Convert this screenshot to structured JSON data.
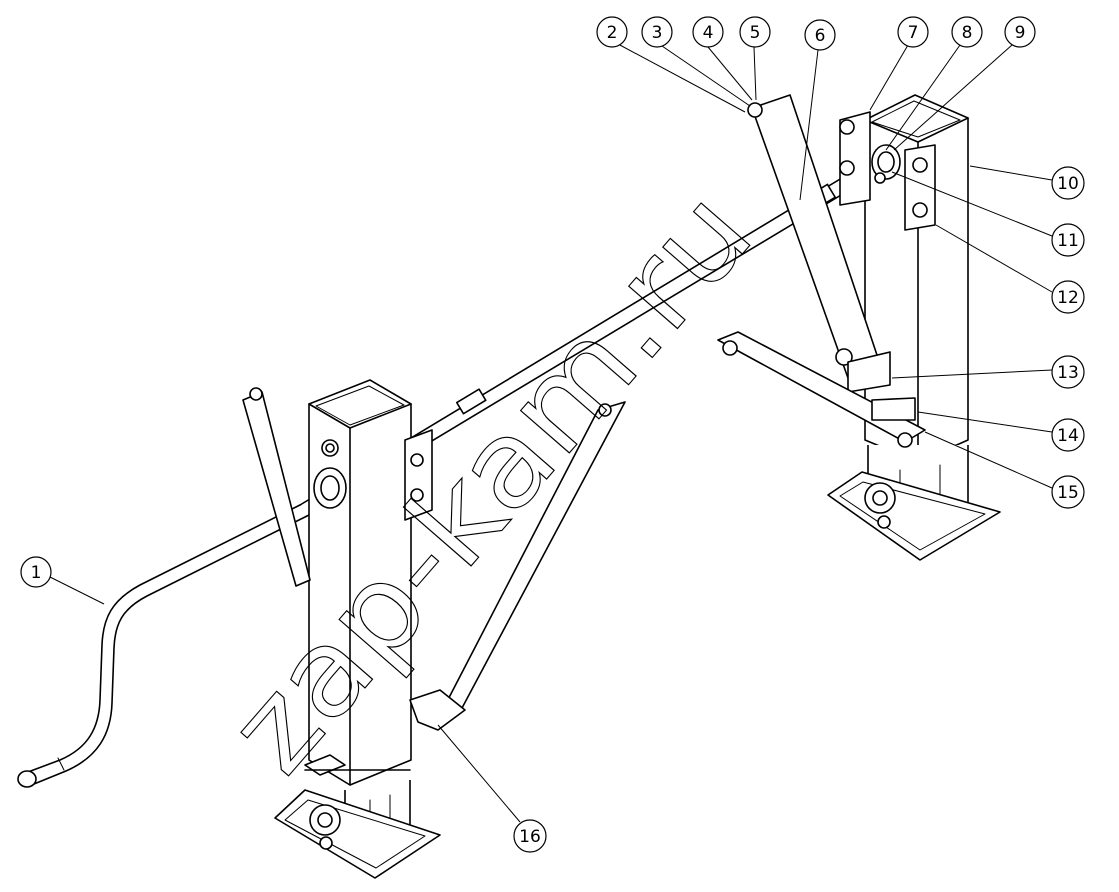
{
  "watermark": "zap-kam.ru",
  "callouts": [
    {
      "label": "1"
    },
    {
      "label": "2"
    },
    {
      "label": "3"
    },
    {
      "label": "4"
    },
    {
      "label": "5"
    },
    {
      "label": "6"
    },
    {
      "label": "7"
    },
    {
      "label": "8"
    },
    {
      "label": "9"
    },
    {
      "label": "10"
    },
    {
      "label": "11"
    },
    {
      "label": "12"
    },
    {
      "label": "13"
    },
    {
      "label": "14"
    },
    {
      "label": "15"
    },
    {
      "label": "16"
    }
  ]
}
